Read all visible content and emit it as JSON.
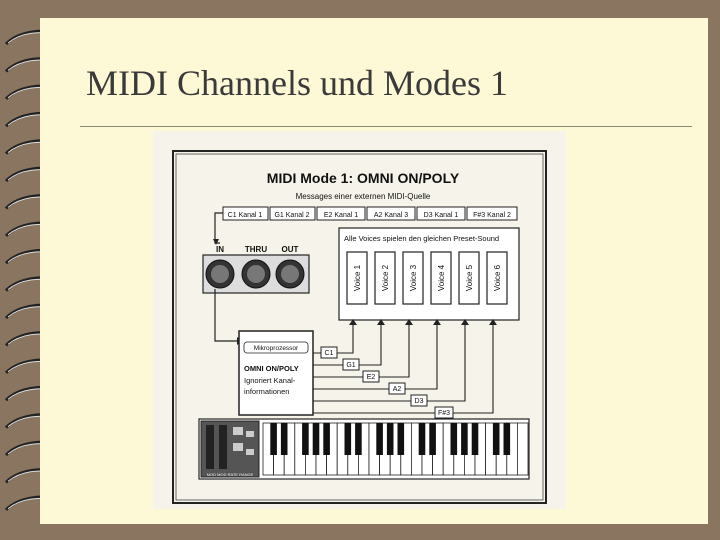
{
  "slide": {
    "title": "MIDI Channels und Modes 1"
  },
  "diagram": {
    "heading": "MIDI Mode 1: OMNI ON/POLY",
    "subheading": "Messages einer externen MIDI-Quelle",
    "messages": [
      "C1 Kanal 1",
      "G1 Kanal 2",
      "E2 Kanal 1",
      "A2 Kanal 3",
      "D3 Kanal 1",
      "F#3 Kanal 2"
    ],
    "ports": [
      "IN",
      "THRU",
      "OUT"
    ],
    "voices_caption": "Alle Voices spielen den gleichen Preset-Sound",
    "voices": [
      "Voice 1",
      "Voice 2",
      "Voice 3",
      "Voice 4",
      "Voice 5",
      "Voice 6"
    ],
    "processor_label": "Mikroprozessor",
    "processor_text": [
      "OMNI ON/POLY",
      "Ignoriert Kanal-",
      "informationen"
    ],
    "note_tags": [
      "C1",
      "G1",
      "E2",
      "A2",
      "D3",
      "F#3"
    ],
    "controls_label": "MOD MOD RATE RANGE"
  },
  "colors": {
    "frame": "#8a7560",
    "slide": "#fdf8d6",
    "figure": "#f6f4ea"
  }
}
